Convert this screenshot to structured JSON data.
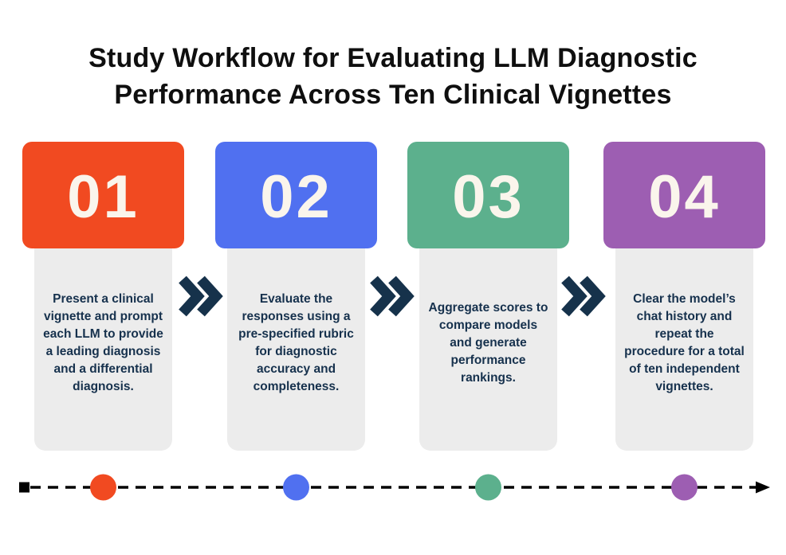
{
  "title": {
    "line1": "Study Workflow for Evaluating LLM Diagnostic",
    "line2": "Performance Across Ten Clinical Vignettes"
  },
  "colors": {
    "background": "#FFFFFF",
    "title_text": "#0F0F0F",
    "body_text": "#16314D",
    "number_text": "#FAF5EC",
    "card_bg": "#ECECEC",
    "chevron": "#16324B",
    "timeline_line": "#000000"
  },
  "steps": [
    {
      "number": "01",
      "accent_color": "#F14A21",
      "description": "Present a clinical vignette and prompt each LLM to provide a leading diagnosis and a differential diagnosis."
    },
    {
      "number": "02",
      "accent_color": "#5070F0",
      "description": "Evaluate the responses using a pre-specified rubric for diagnostic accuracy and completeness."
    },
    {
      "number": "03",
      "accent_color": "#5CB08D",
      "description": "Aggregate scores to compare models and generate performance rankings."
    },
    {
      "number": "04",
      "accent_color": "#9D5EB2",
      "description": "Clear the model’s chat history and repeat the procedure for a total of ten independent vignettes."
    }
  ],
  "timeline": {
    "style": "dashed",
    "start_marker": "square",
    "end_marker": "arrow-right"
  }
}
